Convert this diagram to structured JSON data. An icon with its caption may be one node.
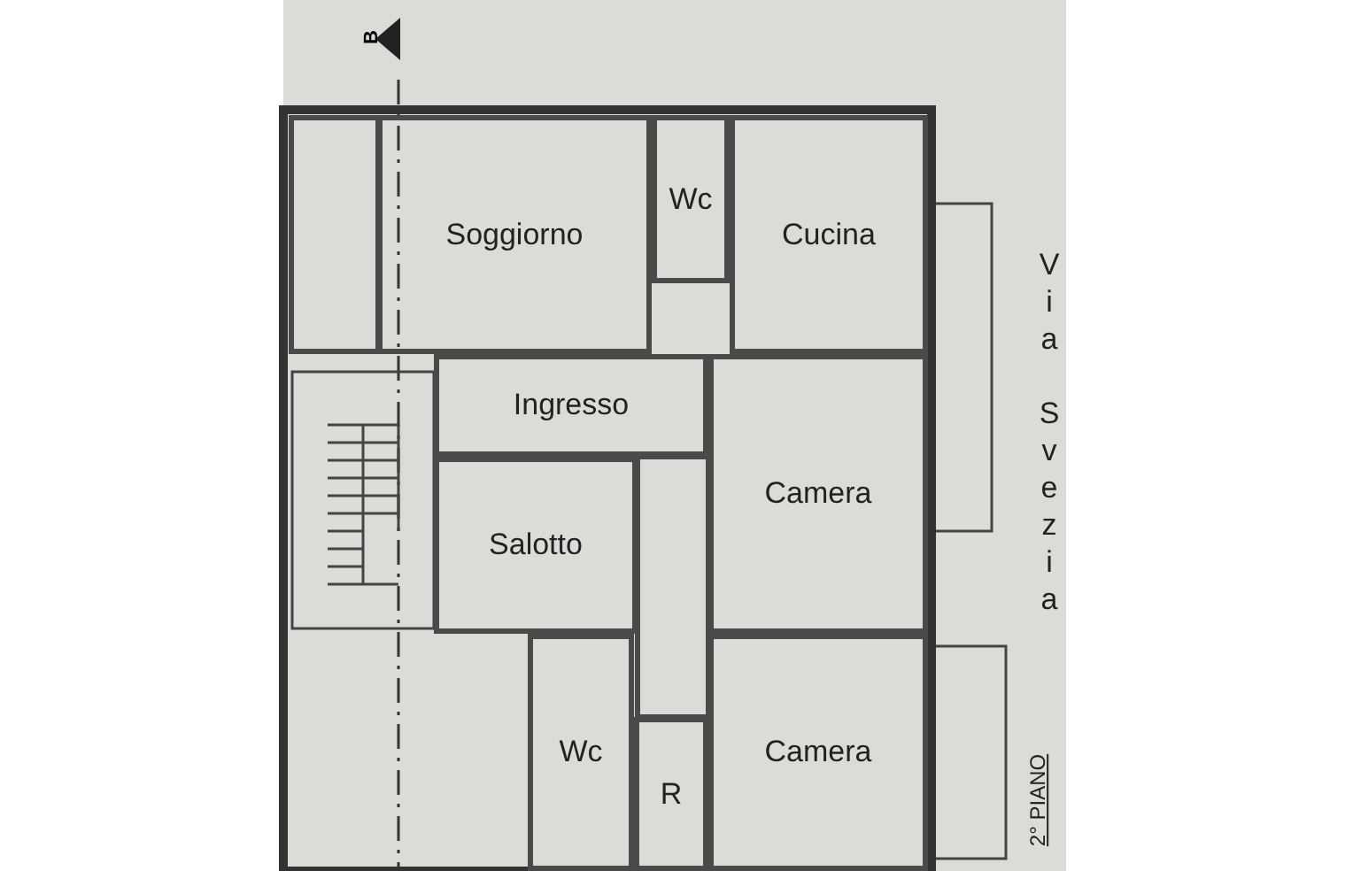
{
  "diagram": {
    "nodes": [
      {
        "text": [],
        "shape": "box"
      },
      {
        "text": [
          "Soggiorno"
        ]
      },
      {
        "text": [
          "Wc"
        ]
      },
      {
        "text": [
          "Cucina"
        ]
      },
      {
        "text": [
          "Ingresso"
        ]
      },
      {
        "text": [
          "Camera"
        ]
      },
      {
        "text": [
          "Salotto"
        ]
      },
      {
        "text": [
          "Wc"
        ]
      },
      {
        "text": [
          "R"
        ]
      },
      {
        "text": [
          "Camera"
        ]
      }
    ],
    "labels": [
      "B",
      "Via Svezia",
      "2° PIANO"
    ]
  }
}
